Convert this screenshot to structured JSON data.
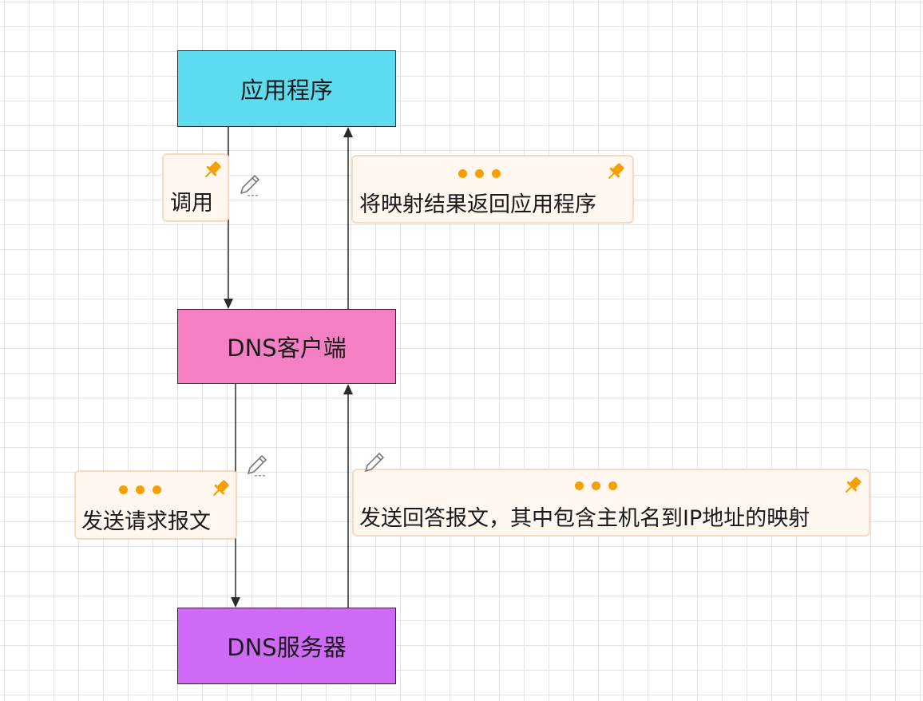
{
  "nodes": {
    "app": {
      "label": "应用程序",
      "color": "#5ddcf0"
    },
    "client": {
      "label": "DNS客户端",
      "color": "#f47fc3"
    },
    "server": {
      "label": "DNS服务器",
      "color": "#cf6af7"
    }
  },
  "edges": [
    {
      "from": "app",
      "to": "client",
      "label": "调用"
    },
    {
      "from": "client",
      "to": "app",
      "label": "将映射结果返回应用程序"
    },
    {
      "from": "client",
      "to": "server",
      "label": "发送请求报文"
    },
    {
      "from": "server",
      "to": "client",
      "label": "发送回答报文，其中包含主机名到IP地址的映射"
    }
  ],
  "icons": {
    "label_pin": "pin-icon",
    "label_menu": "more-dots-icon",
    "edit": "pencil-icon"
  },
  "colors": {
    "accent": "#f5a000",
    "label_background": "#fff7f0",
    "label_border": "#fbd9bf",
    "edge": "#2b2b2b"
  }
}
